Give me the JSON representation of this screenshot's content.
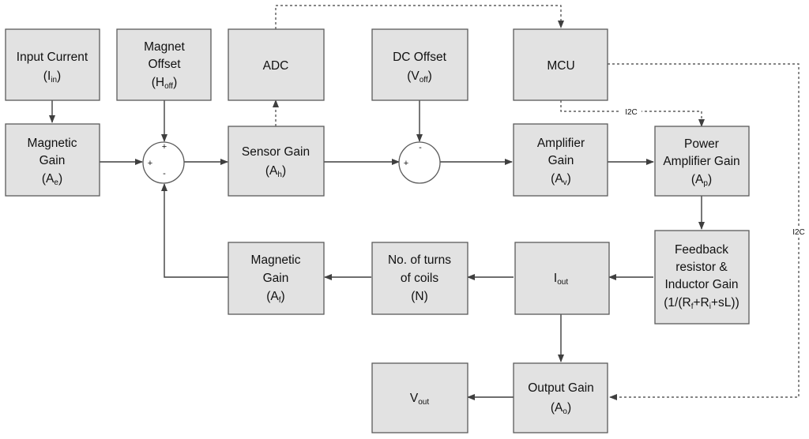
{
  "blocks": {
    "input_current": {
      "line1": "Input Current",
      "sym": "(I",
      "sub": "in",
      "close": ")"
    },
    "magnet_offset": {
      "line1": "Magnet",
      "line2": "Offset",
      "sym": "(H",
      "sub": "off",
      "close": ")"
    },
    "adc": {
      "label": "ADC"
    },
    "dc_offset": {
      "line1": "DC Offset",
      "sym": "(V",
      "sub": "off",
      "close": ")"
    },
    "mcu": {
      "label": "MCU"
    },
    "magnetic_gain_e": {
      "line1": "Magnetic",
      "line2": "Gain",
      "sym": "(A",
      "sub": "e",
      "close": ")"
    },
    "sensor_gain": {
      "line1": "Sensor Gain",
      "sym": "(A",
      "sub": "h",
      "close": ")"
    },
    "amplifier_gain": {
      "line1": "Amplifier",
      "line2": "Gain",
      "sym": "(A",
      "sub": "v",
      "close": ")"
    },
    "power_amplifier_gain": {
      "line1": "Power",
      "line2": "Amplifier Gain",
      "sym": "(A",
      "sub": "p",
      "close": ")"
    },
    "feedback_gain": {
      "line1": "Feedback",
      "line2": "resistor &",
      "line3": "Inductor Gain",
      "f_a": "(1/(R",
      "f_b": "f",
      "f_c": "+R",
      "f_d": "i",
      "f_e": "+sL))"
    },
    "i_out": {
      "sym": "I",
      "sub": "out"
    },
    "turns": {
      "line1": "No. of turns",
      "line2": "of coils",
      "line3": "(N)"
    },
    "magnetic_gain_f": {
      "line1": "Magnetic",
      "line2": "Gain",
      "sym": "(A",
      "sub": "f",
      "close": ")"
    },
    "v_out": {
      "sym": "V",
      "sub": "out"
    },
    "output_gain": {
      "line1": "Output Gain",
      "sym": "(A",
      "sub": "o",
      "close": ")"
    }
  },
  "summers": {
    "s1": {
      "top": "+",
      "left": "+",
      "bottom": "-"
    },
    "s2": {
      "top": "-",
      "left": "+"
    }
  },
  "signals": {
    "i2c_a": "I2C",
    "i2c_b": "I2C"
  }
}
